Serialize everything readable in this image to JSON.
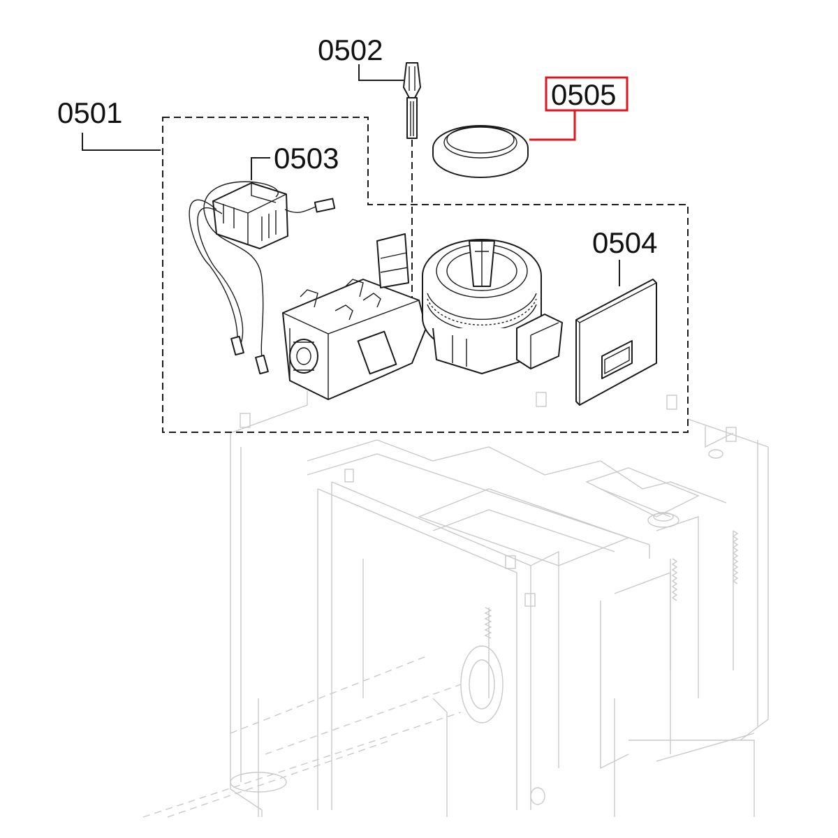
{
  "diagram": {
    "callouts": [
      {
        "id": "0501",
        "label": "0501",
        "highlighted": false
      },
      {
        "id": "0502",
        "label": "0502",
        "highlighted": false
      },
      {
        "id": "0503",
        "label": "0503",
        "highlighted": false
      },
      {
        "id": "0504",
        "label": "0504",
        "highlighted": false
      },
      {
        "id": "0505",
        "label": "0505",
        "highlighted": true
      }
    ],
    "highlight_color": "#e0161e",
    "line_color": "#1a1a1a",
    "ghost_color": "#c9c9c9"
  }
}
